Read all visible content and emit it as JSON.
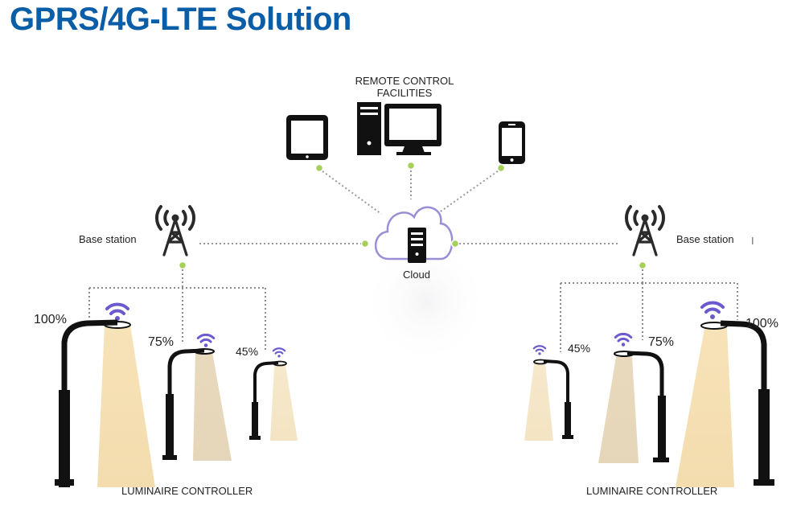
{
  "title": "GPRS/4G-LTE Solution",
  "remote": {
    "line1": "REMOTE CONTROL",
    "line2": "FACILITIES"
  },
  "cloud_label": "Cloud",
  "left": {
    "base_label": "Base station",
    "controller_label": "LUMINAIRE CONTROLLER",
    "poles": [
      {
        "level": "100%"
      },
      {
        "level": "75%"
      },
      {
        "level": "45%"
      }
    ]
  },
  "right": {
    "base_label": "Base station",
    "controller_label": "LUMINAIRE CONTROLLER",
    "poles": [
      {
        "level": "45%"
      },
      {
        "level": "75%"
      },
      {
        "level": "100%"
      }
    ]
  },
  "icons": [
    "tablet-icon",
    "desktop-computer-icon",
    "smartphone-icon",
    "cloud-server-icon",
    "cell-tower-icon",
    "wifi-icon",
    "street-light-icon"
  ],
  "colors": {
    "title": "#0a5ea8",
    "wifi": "#6a5acd",
    "connector_dot": "#a6d05a",
    "light_beam": "#f3dfaf"
  }
}
